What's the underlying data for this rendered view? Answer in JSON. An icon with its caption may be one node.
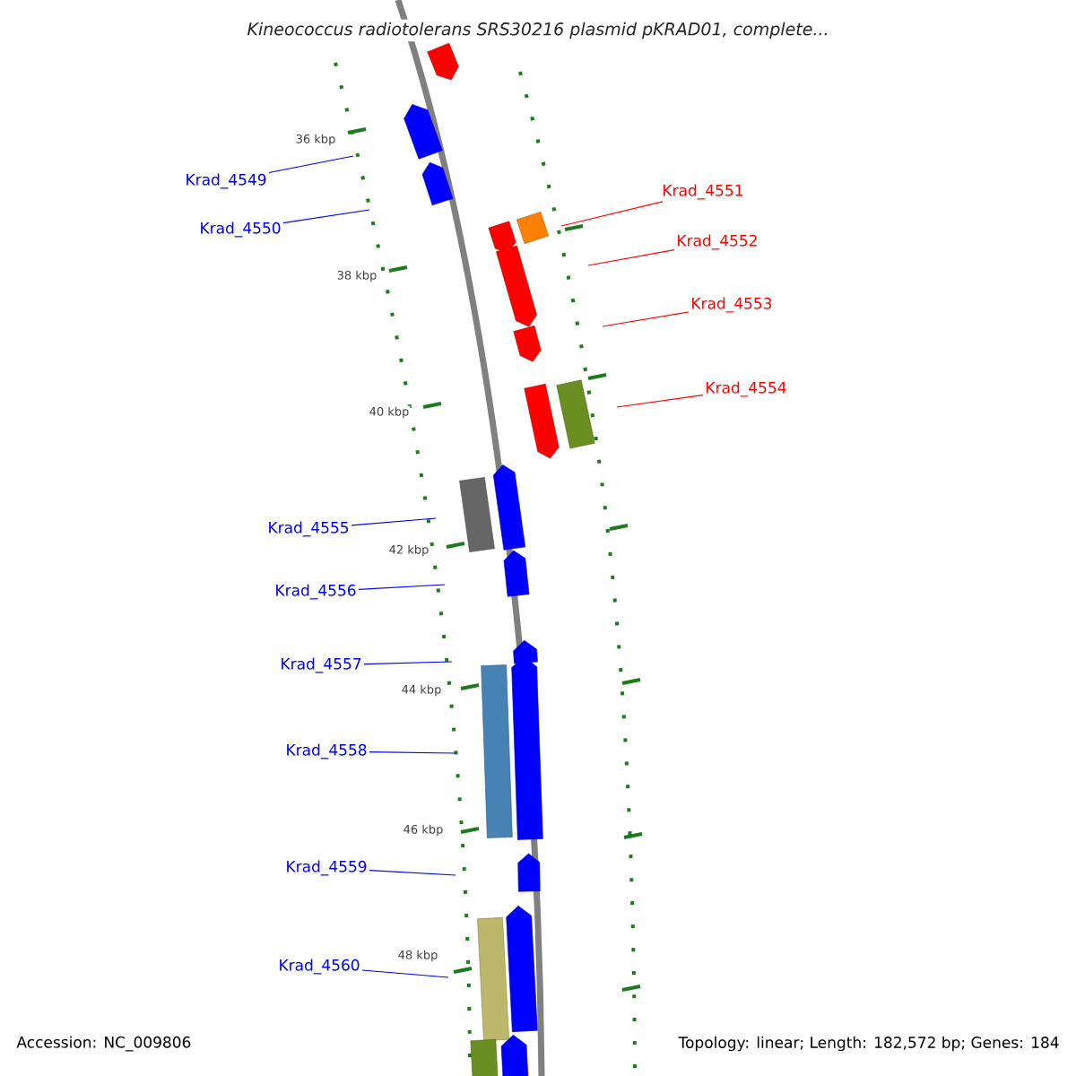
{
  "diagram": {
    "title": "Kineococcus radiotolerans SRS30216 plasmid pKRAD01, complete...",
    "nodes": [
      {
        "text": [
          "Krad_4549"
        ]
      },
      {
        "text": [
          "Krad_4550"
        ]
      },
      {
        "text": [
          "Krad_4551"
        ]
      },
      {
        "text": [
          "Krad_4552"
        ]
      },
      {
        "text": [
          "Krad_4553"
        ]
      },
      {
        "text": [
          "Krad_4554"
        ]
      },
      {
        "text": [
          "Krad_4555"
        ]
      },
      {
        "text": [
          "Krad_4556"
        ]
      },
      {
        "text": [
          "Krad_4557"
        ]
      },
      {
        "text": [
          "Krad_4558"
        ]
      },
      {
        "text": [
          "Krad_4559"
        ]
      },
      {
        "text": [
          "Krad_4560"
        ]
      }
    ],
    "edges": [
      {
        "from": 0,
        "to": null,
        "arrow": "none"
      },
      {
        "from": 1,
        "to": null,
        "arrow": "none"
      },
      {
        "from": 2,
        "to": null,
        "arrow": "none",
        "color": "#ff0000"
      },
      {
        "from": 3,
        "to": null,
        "arrow": "none",
        "color": "#ff0000"
      },
      {
        "from": 4,
        "to": null,
        "arrow": "none",
        "color": "#ff0000"
      },
      {
        "from": 5,
        "to": null,
        "arrow": "none",
        "color": "#ff0000"
      },
      {
        "from": 6,
        "to": null,
        "arrow": "none"
      },
      {
        "from": 7,
        "to": null,
        "arrow": "none"
      },
      {
        "from": 8,
        "to": null,
        "arrow": "none"
      },
      {
        "from": 9,
        "to": null,
        "arrow": "none"
      },
      {
        "from": 10,
        "to": null,
        "arrow": "none"
      },
      {
        "from": 11,
        "to": null,
        "arrow": "none"
      }
    ],
    "labels": [
      "36 kbp",
      "38 kbp",
      "40 kbp",
      "42 kbp",
      "44 kbp",
      "46 kbp",
      "48 kbp",
      "Accession: NC_009806",
      "Topology: linear; Length: 182,572 bp; Genes: 184"
    ]
  }
}
